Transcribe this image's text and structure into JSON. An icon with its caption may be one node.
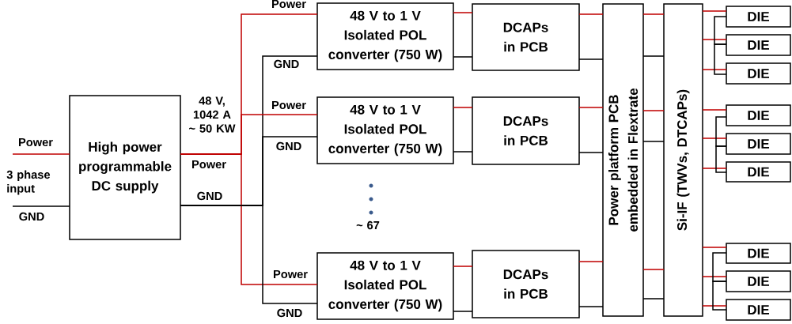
{
  "diagram": {
    "nodes": [
      {
        "text": [
          "High power programmable DC supply"
        ]
      },
      {
        "text": [
          "48 V to 1 V Isolated POL converter (750 W)"
        ]
      },
      {
        "text": [
          "48 V to 1 V Isolated POL converter (750 W)"
        ]
      },
      {
        "text": [
          "48 V to 1 V Isolated POL converter (750 W)"
        ]
      },
      {
        "text": [
          "DCAPs in PCB"
        ]
      },
      {
        "text": [
          "DCAPs in PCB"
        ]
      },
      {
        "text": [
          "DCAPs in PCB"
        ]
      },
      {
        "text": [
          "Power platform PCB embedded in Flextrate"
        ]
      },
      {
        "text": [
          "Si-IF (TWVs, DTCAPs)"
        ]
      },
      {
        "text": [
          "DIE"
        ]
      },
      {
        "text": [
          "DIE"
        ]
      },
      {
        "text": [
          "DIE"
        ]
      },
      {
        "text": [
          "DIE"
        ]
      },
      {
        "text": [
          "DIE"
        ]
      },
      {
        "text": [
          "DIE"
        ]
      },
      {
        "text": [
          "DIE"
        ]
      },
      {
        "text": [
          "DIE"
        ]
      },
      {
        "text": [
          "DIE"
        ]
      }
    ],
    "edges": [
      {
        "from": null,
        "to": 0,
        "arrow": "none",
        "label": "Power",
        "color": "#c00000"
      },
      {
        "from": null,
        "to": 0,
        "arrow": "none",
        "label": "GND",
        "color": "#000000"
      },
      {
        "from": 0,
        "to": 1,
        "arrow": "none",
        "label": "Power",
        "color": "#c00000"
      },
      {
        "from": 0,
        "to": 1,
        "arrow": "none",
        "label": "GND",
        "color": "#000000"
      },
      {
        "from": 0,
        "to": 2,
        "arrow": "none",
        "label": "Power",
        "color": "#c00000"
      },
      {
        "from": 0,
        "to": 2,
        "arrow": "none",
        "label": "GND",
        "color": "#000000"
      },
      {
        "from": 0,
        "to": 3,
        "arrow": "none",
        "label": "Power",
        "color": "#c00000"
      },
      {
        "from": 0,
        "to": 3,
        "arrow": "none",
        "label": "GND",
        "color": "#000000"
      },
      {
        "from": 1,
        "to": 4,
        "arrow": "none",
        "color": "#c00000"
      },
      {
        "from": 1,
        "to": 4,
        "arrow": "none",
        "color": "#000000"
      },
      {
        "from": 2,
        "to": 5,
        "arrow": "none",
        "color": "#c00000"
      },
      {
        "from": 2,
        "to": 5,
        "arrow": "none",
        "color": "#000000"
      },
      {
        "from": 3,
        "to": 6,
        "arrow": "none",
        "color": "#c00000"
      },
      {
        "from": 3,
        "to": 6,
        "arrow": "none",
        "color": "#000000"
      },
      {
        "from": 4,
        "to": 7,
        "arrow": "none",
        "color": "#c00000"
      },
      {
        "from": 4,
        "to": 7,
        "arrow": "none",
        "color": "#000000"
      },
      {
        "from": 5,
        "to": 7,
        "arrow": "none",
        "color": "#c00000"
      },
      {
        "from": 5,
        "to": 7,
        "arrow": "none",
        "color": "#000000"
      },
      {
        "from": 6,
        "to": 7,
        "arrow": "none",
        "color": "#c00000"
      },
      {
        "from": 6,
        "to": 7,
        "arrow": "none",
        "color": "#000000"
      },
      {
        "from": 7,
        "to": 8,
        "arrow": "none",
        "color": "#c00000"
      },
      {
        "from": 7,
        "to": 8,
        "arrow": "none",
        "color": "#000000"
      },
      {
        "from": 7,
        "to": 8,
        "arrow": "none",
        "color": "#c00000"
      },
      {
        "from": 7,
        "to": 8,
        "arrow": "none",
        "color": "#000000"
      },
      {
        "from": 7,
        "to": 8,
        "arrow": "none",
        "color": "#c00000"
      },
      {
        "from": 7,
        "to": 8,
        "arrow": "none",
        "color": "#000000"
      },
      {
        "from": 8,
        "to": 9,
        "arrow": "none",
        "color": "#c00000"
      },
      {
        "from": 8,
        "to": 10,
        "arrow": "none",
        "color": "#c00000"
      },
      {
        "from": 8,
        "to": 11,
        "arrow": "none",
        "color": "#c00000"
      },
      {
        "from": 8,
        "to": 12,
        "arrow": "none",
        "color": "#c00000"
      },
      {
        "from": 8,
        "to": 13,
        "arrow": "none",
        "color": "#c00000"
      },
      {
        "from": 8,
        "to": 14,
        "arrow": "none",
        "color": "#c00000"
      },
      {
        "from": 8,
        "to": 15,
        "arrow": "none",
        "color": "#c00000"
      },
      {
        "from": 8,
        "to": 16,
        "arrow": "none",
        "color": "#c00000"
      },
      {
        "from": 8,
        "to": 17,
        "arrow": "none",
        "color": "#c00000"
      },
      {
        "from": 9,
        "to": 10,
        "arrow": "none",
        "color": "#000000"
      },
      {
        "from": 10,
        "to": 11,
        "arrow": "none",
        "color": "#000000"
      },
      {
        "from": 12,
        "to": 13,
        "arrow": "none",
        "color": "#000000"
      },
      {
        "from": 13,
        "to": 14,
        "arrow": "none",
        "color": "#000000"
      },
      {
        "from": 15,
        "to": 16,
        "arrow": "none",
        "color": "#000000"
      },
      {
        "from": 16,
        "to": 17,
        "arrow": "none",
        "color": "#000000"
      }
    ],
    "labels": [
      "3 phase input",
      "48 V, 1042 A ~ 50 KW",
      "Power",
      "GND",
      "~ 67"
    ]
  }
}
